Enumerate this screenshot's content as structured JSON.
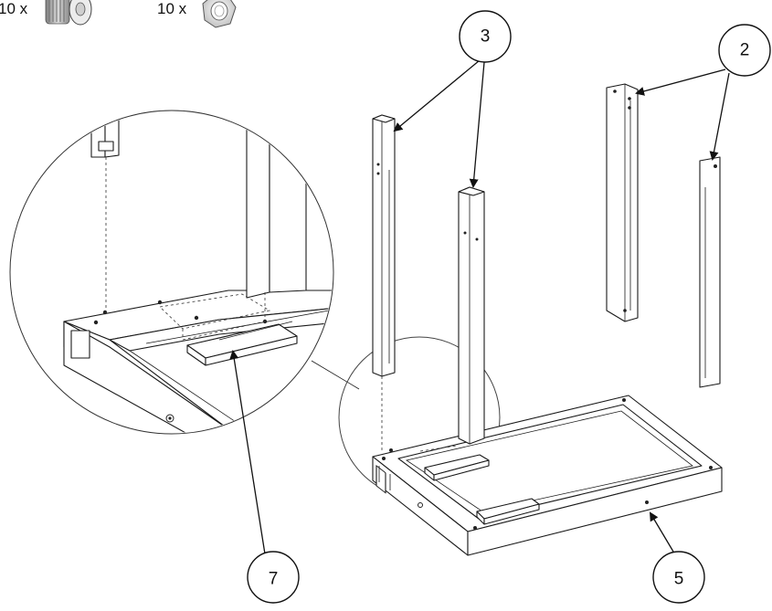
{
  "hardware": [
    {
      "qty": "10 x",
      "icon": "bolt-icon"
    },
    {
      "qty": "10 x",
      "icon": "nut-icon"
    }
  ],
  "callouts": {
    "c3": "3",
    "c2": "2",
    "c7": "7",
    "c5": "5"
  },
  "colors": {
    "line": "#1a1a1a",
    "background": "#ffffff"
  }
}
